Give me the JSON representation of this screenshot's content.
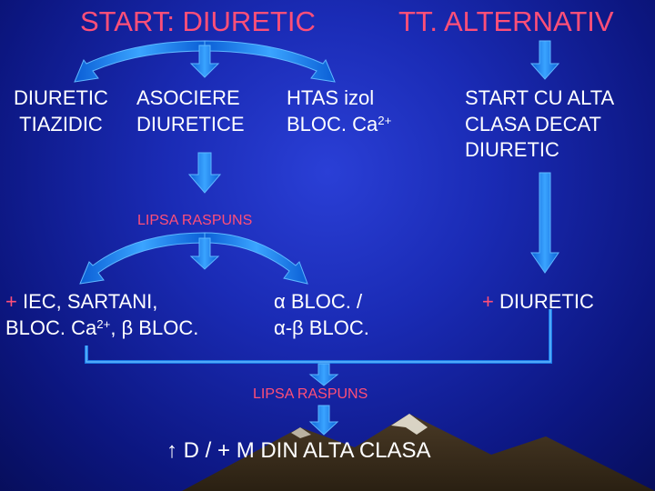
{
  "title_left": "START: DIURETIC",
  "title_right": "TT. ALTERNATIV",
  "opt_thiazide": {
    "line1": "DIURETIC",
    "line2": "TIAZIDIC"
  },
  "opt_combo": {
    "line1": "ASOCIERE",
    "line2": "DIURETICE"
  },
  "opt_htas": {
    "line1": "HTAS izol",
    "line2_main": "BLOC. Ca",
    "line2_sup": "2+"
  },
  "opt_alt": {
    "line1": "START CU ALTA",
    "line2": "CLASA DECAT",
    "line3": "DIURETIC"
  },
  "no_response_1": "LIPSA RASPUNS",
  "add_1": {
    "plus": "+",
    "line1_rest": " IEC, SARTANI,",
    "line2_a": "BLOC. Ca",
    "line2_sup": "2+",
    "line2_b": ", β BLOC."
  },
  "add_2": {
    "line1": "α BLOC. /",
    "line2": "α-β BLOC."
  },
  "add_3": {
    "plus": "+",
    "rest": " DIURETIC"
  },
  "no_response_2": "LIPSA RASPUNS",
  "final": {
    "arrow": "↑",
    "rest": " D / + M DIN ALTA CLASA"
  },
  "colors": {
    "background": "#1a2bb5",
    "arrow": "#1e90ff",
    "title": "#ff4f78",
    "text": "#ffffff"
  }
}
